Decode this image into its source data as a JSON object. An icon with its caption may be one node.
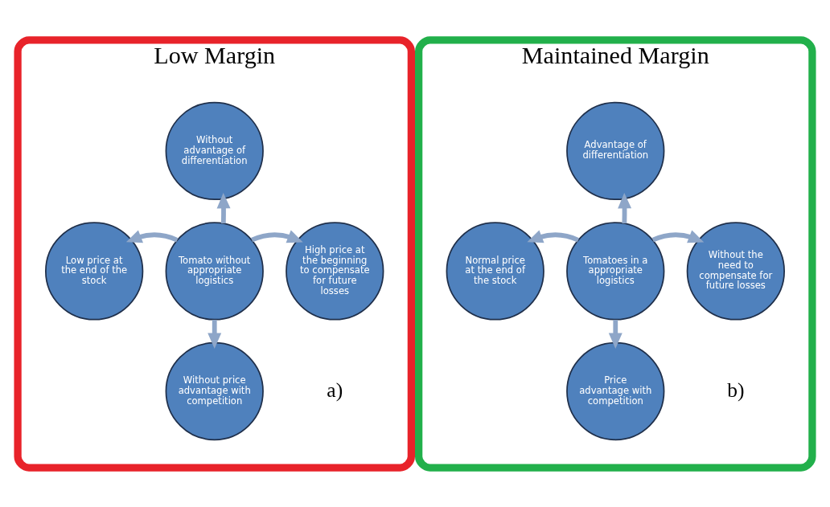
{
  "diagram": {
    "nodes": [
      {
        "text": [
          "Low Margin"
        ]
      },
      {
        "text": [
          "Tomato without appropriate logistics"
        ],
        "in": 0
      },
      {
        "text": [
          "Without advantage of differentiation"
        ],
        "in": 0
      },
      {
        "text": [
          "Low price at the end of the stock"
        ],
        "in": 0
      },
      {
        "text": [
          "High price at the beginning to compensate for future losses"
        ],
        "in": 0
      },
      {
        "text": [
          "Without price advantage with competition"
        ],
        "in": 0
      },
      {
        "text": [
          "Maintained Margin"
        ]
      },
      {
        "text": [
          "Tomatoes in a appropriate logistics"
        ],
        "in": 6
      },
      {
        "text": [
          "Advantage of differentiation"
        ],
        "in": 6
      },
      {
        "text": [
          "Normal price at the end of the stock"
        ],
        "in": 6
      },
      {
        "text": [
          "Without the need to compensate for future losses"
        ],
        "in": 6
      },
      {
        "text": [
          "Price advantage with competition"
        ],
        "in": 6
      }
    ],
    "edges": [
      {
        "from": 1,
        "to": 2,
        "arrow": "to"
      },
      {
        "from": 1,
        "to": 3,
        "arrow": "to"
      },
      {
        "from": 1,
        "to": 4,
        "arrow": "to"
      },
      {
        "from": 1,
        "to": 5,
        "arrow": "to"
      },
      {
        "from": 7,
        "to": 8,
        "arrow": "to"
      },
      {
        "from": 7,
        "to": 9,
        "arrow": "to"
      },
      {
        "from": 7,
        "to": 10,
        "arrow": "to"
      },
      {
        "from": 7,
        "to": 11,
        "arrow": "to"
      }
    ],
    "labels": [
      "a)",
      "b)"
    ]
  }
}
